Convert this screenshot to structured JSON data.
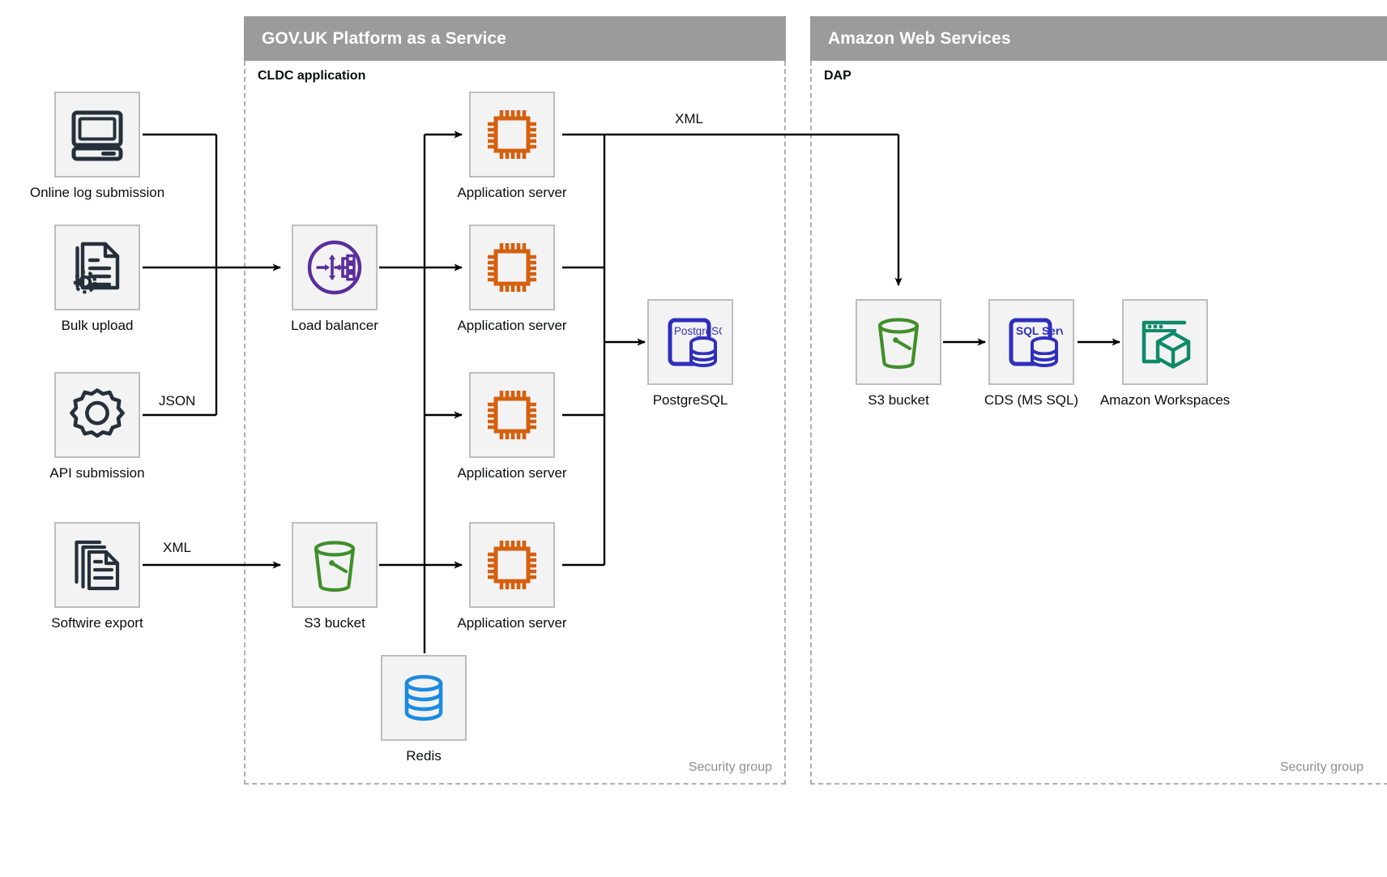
{
  "zones": [
    {
      "id": "paas",
      "title": "GOV.UK Platform as a Service",
      "subtitle": "CLDC application",
      "security_group_label": "Security group"
    },
    {
      "id": "aws",
      "title": "Amazon Web Services",
      "subtitle": "DAP",
      "security_group_label": "Security group"
    }
  ],
  "nodes": {
    "online_log_submission": {
      "label": "Online log submission",
      "icon": "desktop-computer-icon",
      "color": "#25303b"
    },
    "bulk_upload": {
      "label": "Bulk upload",
      "icon": "document-gear-icon",
      "color": "#25303b"
    },
    "api_submission": {
      "label": "API submission",
      "icon": "gear-icon",
      "color": "#25303b"
    },
    "softwire_export": {
      "label": "Softwire export",
      "icon": "document-stack-icon",
      "color": "#25303b"
    },
    "load_balancer": {
      "label": "Load balancer",
      "icon": "load-balancer-icon",
      "color": "#5b2d9e"
    },
    "app_server_1": {
      "label": "Application server",
      "icon": "cpu-chip-icon",
      "color": "#d4600f"
    },
    "app_server_2": {
      "label": "Application server",
      "icon": "cpu-chip-icon",
      "color": "#d4600f"
    },
    "app_server_3": {
      "label": "Application server",
      "icon": "cpu-chip-icon",
      "color": "#d4600f"
    },
    "app_server_4": {
      "label": "Application server",
      "icon": "cpu-chip-icon",
      "color": "#d4600f"
    },
    "postgresql": {
      "label": "PostgreSQL",
      "icon": "postgresql-icon",
      "color": "#2f2fbd",
      "badge": "PostgreSQL"
    },
    "s3_bucket_paas": {
      "label": "S3 bucket",
      "icon": "s3-bucket-icon",
      "color": "#3f8f29"
    },
    "redis": {
      "label": "Redis",
      "icon": "database-cylinder-icon",
      "color": "#1c8ae0"
    },
    "s3_bucket_aws": {
      "label": "S3 bucket",
      "icon": "s3-bucket-icon",
      "color": "#3f8f29"
    },
    "cds_ms_sql": {
      "label": "CDS (MS SQL)",
      "icon": "sql-server-icon",
      "color": "#2f2fbd",
      "badge": "SQL Server"
    },
    "amazon_workspaces": {
      "label": "Amazon Workspaces",
      "icon": "amazon-workspaces-icon",
      "color": "#0e8a6b"
    }
  },
  "edge_labels": {
    "json_api_to_lb": "JSON",
    "xml_softwire_to_s3": "XML",
    "xml_app_to_s3_aws": "XML"
  },
  "colors": {
    "zone_header_bg": "#9b9b9b",
    "zone_border": "#b0b0b0",
    "tile_bg": "#f3f3f3",
    "tile_border": "#bdbdbd",
    "wire": "#000000",
    "security_group_text": "#8e8e8e"
  }
}
